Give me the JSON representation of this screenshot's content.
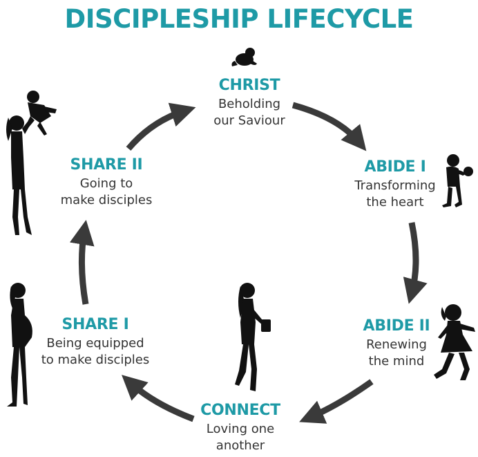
{
  "title": "DISCIPLESHIP LIFECYCLE",
  "colors": {
    "accent": "#1e9aa6",
    "text": "#333333",
    "arrow": "#3a3a3a",
    "silhouette": "#111111"
  },
  "stages": [
    {
      "name": "CHRIST",
      "line1": "Beholding",
      "line2": "our Saviour",
      "icon": "baby-silhouette-icon"
    },
    {
      "name": "ABIDE I",
      "line1": "Transforming",
      "line2": "the heart",
      "icon": "toddler-with-ball-silhouette-icon"
    },
    {
      "name": "ABIDE II",
      "line1": "Renewing",
      "line2": "the mind",
      "icon": "girl-running-silhouette-icon"
    },
    {
      "name": "CONNECT",
      "line1": "Loving one",
      "line2": "another",
      "icon": "young-woman-with-book-silhouette-icon"
    },
    {
      "name": "SHARE I",
      "line1": "Being equipped",
      "line2": "to make disciples",
      "icon": "pregnant-woman-silhouette-icon"
    },
    {
      "name": "SHARE II",
      "line1": "Going to",
      "line2": "make disciples",
      "icon": "mother-lifting-child-silhouette-icon"
    }
  ]
}
